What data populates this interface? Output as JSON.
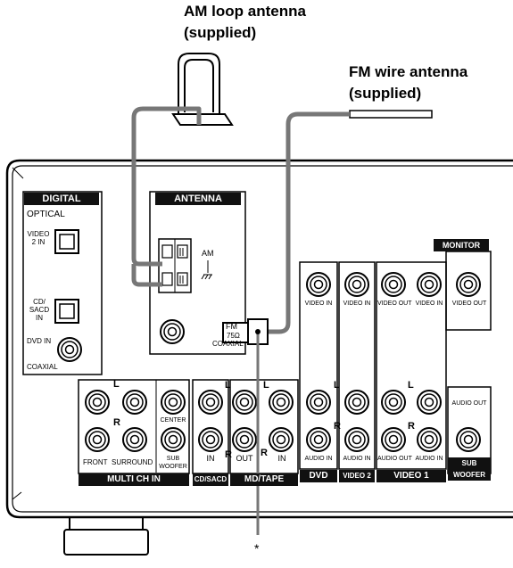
{
  "callouts": {
    "am_title": "AM loop antenna",
    "am_note": "(supplied)",
    "fm_title": "FM wire antenna",
    "fm_note": "(supplied)",
    "asterisk": "*"
  },
  "sections": {
    "digital": "DIGITAL",
    "antenna": "ANTENNA",
    "monitor": "MONITOR",
    "multi_ch_in": "MULTI CH IN",
    "cd_sacd": "CD/SACD",
    "md_tape": "MD/TAPE",
    "dvd": "DVD",
    "video2": "VIDEO 2",
    "video1": "VIDEO 1",
    "sub_woofer": "SUB WOOFER"
  },
  "labels": {
    "optical": "OPTICAL",
    "video2_in": "VIDEO 2 IN",
    "cd_sacd_in": "CD/ SACD IN",
    "dvd_in": "DVD IN",
    "coaxial": "COAXIAL",
    "am": "AM",
    "fm": "FM",
    "fm_ohm": "75Ω",
    "fm_coaxial": "COAXIAL",
    "video_in": "VIDEO IN",
    "video_out": "VIDEO OUT",
    "audio_in": "AUDIO IN",
    "audio_out": "AUDIO OUT",
    "audio_out_sw": "AUDIO OUT",
    "l": "L",
    "r": "R",
    "front": "FRONT",
    "surround": "SURROUND",
    "center": "CENTER",
    "sub": "SUB",
    "woofer": "WOOFER",
    "in": "IN",
    "out": "OUT"
  },
  "colors": {
    "cable": "#777777",
    "panel_outline": "#000000",
    "label_bar": "#111111"
  }
}
